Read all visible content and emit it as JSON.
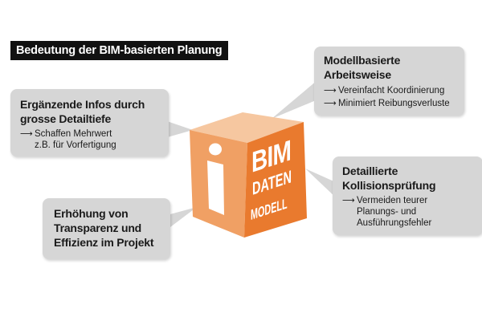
{
  "title": "Bedeutung der BIM-basierten Planung",
  "cube": {
    "line1": "BIM",
    "line2": "DATEN",
    "line3": "MODELL",
    "colors": {
      "top": "#f6c7a0",
      "left": "#f0a064",
      "front": "#e97a2e",
      "icon": "#ffffff"
    }
  },
  "bubbles": {
    "top_right": {
      "heading_1": "Modellbasierte",
      "heading_2": "Arbeitsweise",
      "items": [
        {
          "line_1": "Vereinfacht Koordinierung"
        },
        {
          "line_1": "Minimiert Reibungsverluste"
        }
      ]
    },
    "left_top": {
      "heading_1": "Ergänzende Infos durch",
      "heading_2": "grosse Detailtiefe",
      "items": [
        {
          "line_1": "Schaffen Mehrwert",
          "line_2": "z.B. für Vorfertigung"
        }
      ]
    },
    "right": {
      "heading_1": "Detaillierte",
      "heading_2": "Kollisionsprüfung",
      "items": [
        {
          "line_1": "Vermeiden teurer",
          "line_2": "Planungs- und",
          "line_3": "Ausführungsfehler"
        }
      ]
    },
    "left_bottom": {
      "heading_1": "Erhöhung von",
      "heading_2": "Transparenz und",
      "heading_3": "Effizienz im Projekt"
    }
  },
  "bubble_color": "#d6d6d6",
  "title_bar_color": "#111111"
}
